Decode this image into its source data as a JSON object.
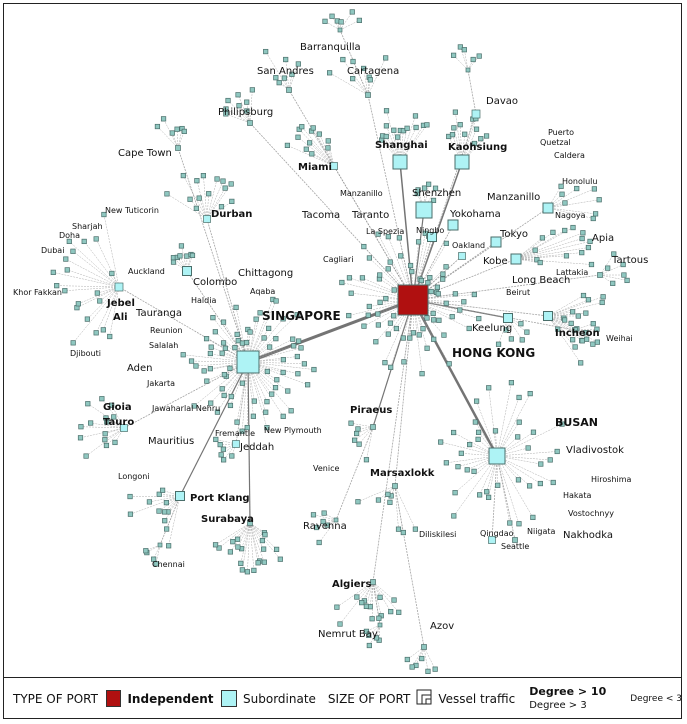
{
  "colors": {
    "independent": "#b01010",
    "subordinate": "#aef3f5",
    "leaf": "#8fc7c0",
    "edge": "#9a9a9a"
  },
  "labels": [
    {
      "id": "barranquilla",
      "text": "Barranquilla"
    },
    {
      "id": "sanandres",
      "text": "San Andres"
    },
    {
      "id": "cartagena",
      "text": "Cartagena"
    },
    {
      "id": "philipsburg",
      "text": "Philipsburg"
    },
    {
      "id": "davao",
      "text": "Davao"
    },
    {
      "id": "capetown",
      "text": "Cape Town"
    },
    {
      "id": "puerto",
      "text": "Puerto"
    },
    {
      "id": "quetzal",
      "text": "Quetzal"
    },
    {
      "id": "caldera",
      "text": "Caldera"
    },
    {
      "id": "honolulu",
      "text": "Honolulu"
    },
    {
      "id": "shanghai",
      "text": "Shanghai"
    },
    {
      "id": "kaohsiung",
      "text": "Kaohsiung"
    },
    {
      "id": "miami",
      "text": "Miami"
    },
    {
      "id": "manzanillo1",
      "text": "Manzanillo"
    },
    {
      "id": "shenzhen",
      "text": "Shenzhen"
    },
    {
      "id": "manzanillo2",
      "text": "Manzanillo"
    },
    {
      "id": "tacoma",
      "text": "Tacoma"
    },
    {
      "id": "taranto",
      "text": "Taranto"
    },
    {
      "id": "yokohama",
      "text": "Yokohama"
    },
    {
      "id": "nagoya",
      "text": "Nagoya"
    },
    {
      "id": "ningbo",
      "text": "Ningbo"
    },
    {
      "id": "laspezia",
      "text": "La Spezia"
    },
    {
      "id": "tokyo",
      "text": "Tokyo"
    },
    {
      "id": "oakland",
      "text": "Oakland"
    },
    {
      "id": "apia",
      "text": "Apia"
    },
    {
      "id": "cagliari",
      "text": "Cagliari"
    },
    {
      "id": "kobe",
      "text": "Kobe"
    },
    {
      "id": "longbeach",
      "text": "Long Beach"
    },
    {
      "id": "lattakia",
      "text": "Lattakia"
    },
    {
      "id": "tartous",
      "text": "Tartous"
    },
    {
      "id": "beirut",
      "text": "Beirut"
    },
    {
      "id": "keelung",
      "text": "Keelung"
    },
    {
      "id": "incheon",
      "text": "Incheon"
    },
    {
      "id": "weihai",
      "text": "Weihai"
    },
    {
      "id": "hongkong",
      "text": "HONG KONG"
    },
    {
      "id": "singapore",
      "text": "SINGAPORE"
    },
    {
      "id": "newtuticorin",
      "text": "New Tuticorin"
    },
    {
      "id": "durban",
      "text": "Durban"
    },
    {
      "id": "sharjah",
      "text": "Sharjah"
    },
    {
      "id": "doha",
      "text": "Doha"
    },
    {
      "id": "dubai",
      "text": "Dubai"
    },
    {
      "id": "auckland",
      "text": "Auckland"
    },
    {
      "id": "chittagong",
      "text": "Chittagong"
    },
    {
      "id": "colombo",
      "text": "Colombo"
    },
    {
      "id": "khorfakkan",
      "text": "Khor Fakkan"
    },
    {
      "id": "aqaba",
      "text": "Aqaba"
    },
    {
      "id": "jebel",
      "text": "Jebel"
    },
    {
      "id": "ali",
      "text": "Ali"
    },
    {
      "id": "haldia",
      "text": "Haldia"
    },
    {
      "id": "tauranga",
      "text": "Tauranga"
    },
    {
      "id": "reunion",
      "text": "Reunion"
    },
    {
      "id": "djibouti",
      "text": "Djibouti"
    },
    {
      "id": "salalah",
      "text": "Salalah"
    },
    {
      "id": "aden",
      "text": "Aden"
    },
    {
      "id": "jakarta",
      "text": "Jakarta"
    },
    {
      "id": "gioia",
      "text": "Gioia"
    },
    {
      "id": "tauro",
      "text": "Tauro"
    },
    {
      "id": "jawaharlal",
      "text": "Jawaharlal Nehru"
    },
    {
      "id": "mauritius",
      "text": "Mauritius"
    },
    {
      "id": "fremantle",
      "text": "Fremantle"
    },
    {
      "id": "newplymouth",
      "text": "New Plymouth"
    },
    {
      "id": "jeddah",
      "text": "Jeddah"
    },
    {
      "id": "longoni",
      "text": "Longoni"
    },
    {
      "id": "portklang",
      "text": "Port Klang"
    },
    {
      "id": "surabaya",
      "text": "Surabaya"
    },
    {
      "id": "chennai",
      "text": "Chennai"
    },
    {
      "id": "piraeus",
      "text": "Piraeus"
    },
    {
      "id": "venice",
      "text": "Venice"
    },
    {
      "id": "marsaxlokk",
      "text": "Marsaxlokk"
    },
    {
      "id": "ravenna",
      "text": "Ravenna"
    },
    {
      "id": "diliskilesi",
      "text": "Diliskilesi"
    },
    {
      "id": "algiers",
      "text": "Algiers"
    },
    {
      "id": "nemrut",
      "text": "Nemrut Bay"
    },
    {
      "id": "azov",
      "text": "Azov"
    },
    {
      "id": "busan",
      "text": "BUSAN"
    },
    {
      "id": "vladivostok",
      "text": "Vladivostok"
    },
    {
      "id": "hiroshima",
      "text": "Hiroshima"
    },
    {
      "id": "hakata",
      "text": "Hakata"
    },
    {
      "id": "vostochnyy",
      "text": "Vostochnyy"
    },
    {
      "id": "qingdao",
      "text": "Qingdao"
    },
    {
      "id": "seattle",
      "text": "Seattle"
    },
    {
      "id": "niigata",
      "text": "Niigata"
    },
    {
      "id": "nakhodka",
      "text": "Nakhodka"
    }
  ],
  "legend": {
    "type_label": "TYPE OF PORT",
    "independent": "Independent",
    "subordinate": "Subordinate",
    "size_label": "SIZE OF PORT",
    "vessel_icon": "vessel-size-icon",
    "vessel": "Vessel traffic",
    "degree_gt10": "Degree > 10",
    "degree_gt3": "Degree > 3",
    "degree_lt3": "Degree < 3"
  }
}
